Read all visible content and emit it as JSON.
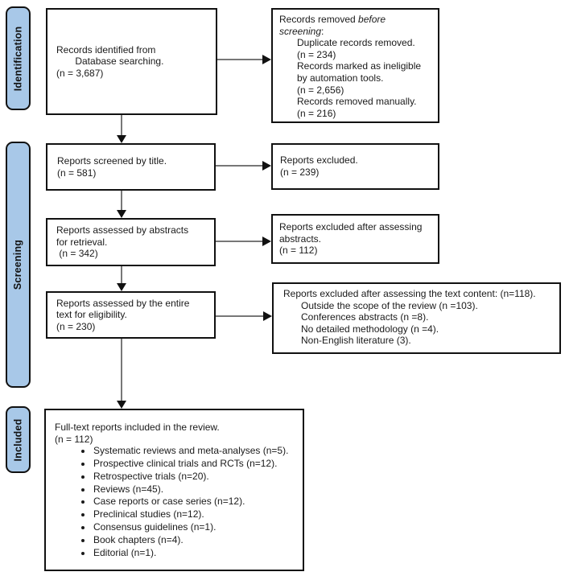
{
  "stages": {
    "identification": "Identification",
    "screening": "Screening",
    "included": "Included"
  },
  "boxes": {
    "identified": {
      "text": "Records identified from\n       Database searching.\n(n = 3,687)"
    },
    "removed": {
      "heading_prefix": "Records removed ",
      "heading_italic": "before\nscreening",
      "heading_suffix": ":",
      "details": "Duplicate records removed.\n(n = 234)\nRecords marked as ineligible\nby automation tools.\n(n = 2,656)\nRecords removed manually.\n(n = 216)"
    },
    "screened_title": {
      "text": "Reports screened by title.\n(n = 581)"
    },
    "excluded_title": {
      "text": "Reports excluded.\n(n = 239)"
    },
    "assessed_abstracts": {
      "text": "Reports assessed by abstracts\nfor retrieval.\n (n = 342)"
    },
    "excluded_abstracts": {
      "text": "Reports excluded after assessing\nabstracts.\n(n = 112)"
    },
    "assessed_fulltext": {
      "text": "Reports assessed by the entire\ntext for eligibility.\n(n = 230)"
    },
    "excluded_fulltext": {
      "heading": "Reports excluded after assessing the text content: (n=118).",
      "details": "Outside the scope of the review (n =103).\nConferences abstracts (n =8).\nNo detailed methodology (n =4).\nNon-English literature (3)."
    },
    "included": {
      "heading": "Full-text reports included in the review.\n(n = 112)",
      "bullets": [
        "Systematic reviews and meta-analyses (n=5).",
        "Prospective clinical trials and RCTs (n=12).",
        "Retrospective trials (n=20).",
        "Reviews (n=45).",
        "Case reports or case series (n=12).",
        "Preclinical studies (n=12).",
        "Consensus guidelines (n=1).",
        "Book chapters (n=4).",
        "Editorial (n=1)."
      ]
    }
  },
  "colors": {
    "stage_fill": "#a8c8e8",
    "border": "#111111",
    "arrow_line": "#4a4a4a",
    "arrow_head": "#111111"
  }
}
